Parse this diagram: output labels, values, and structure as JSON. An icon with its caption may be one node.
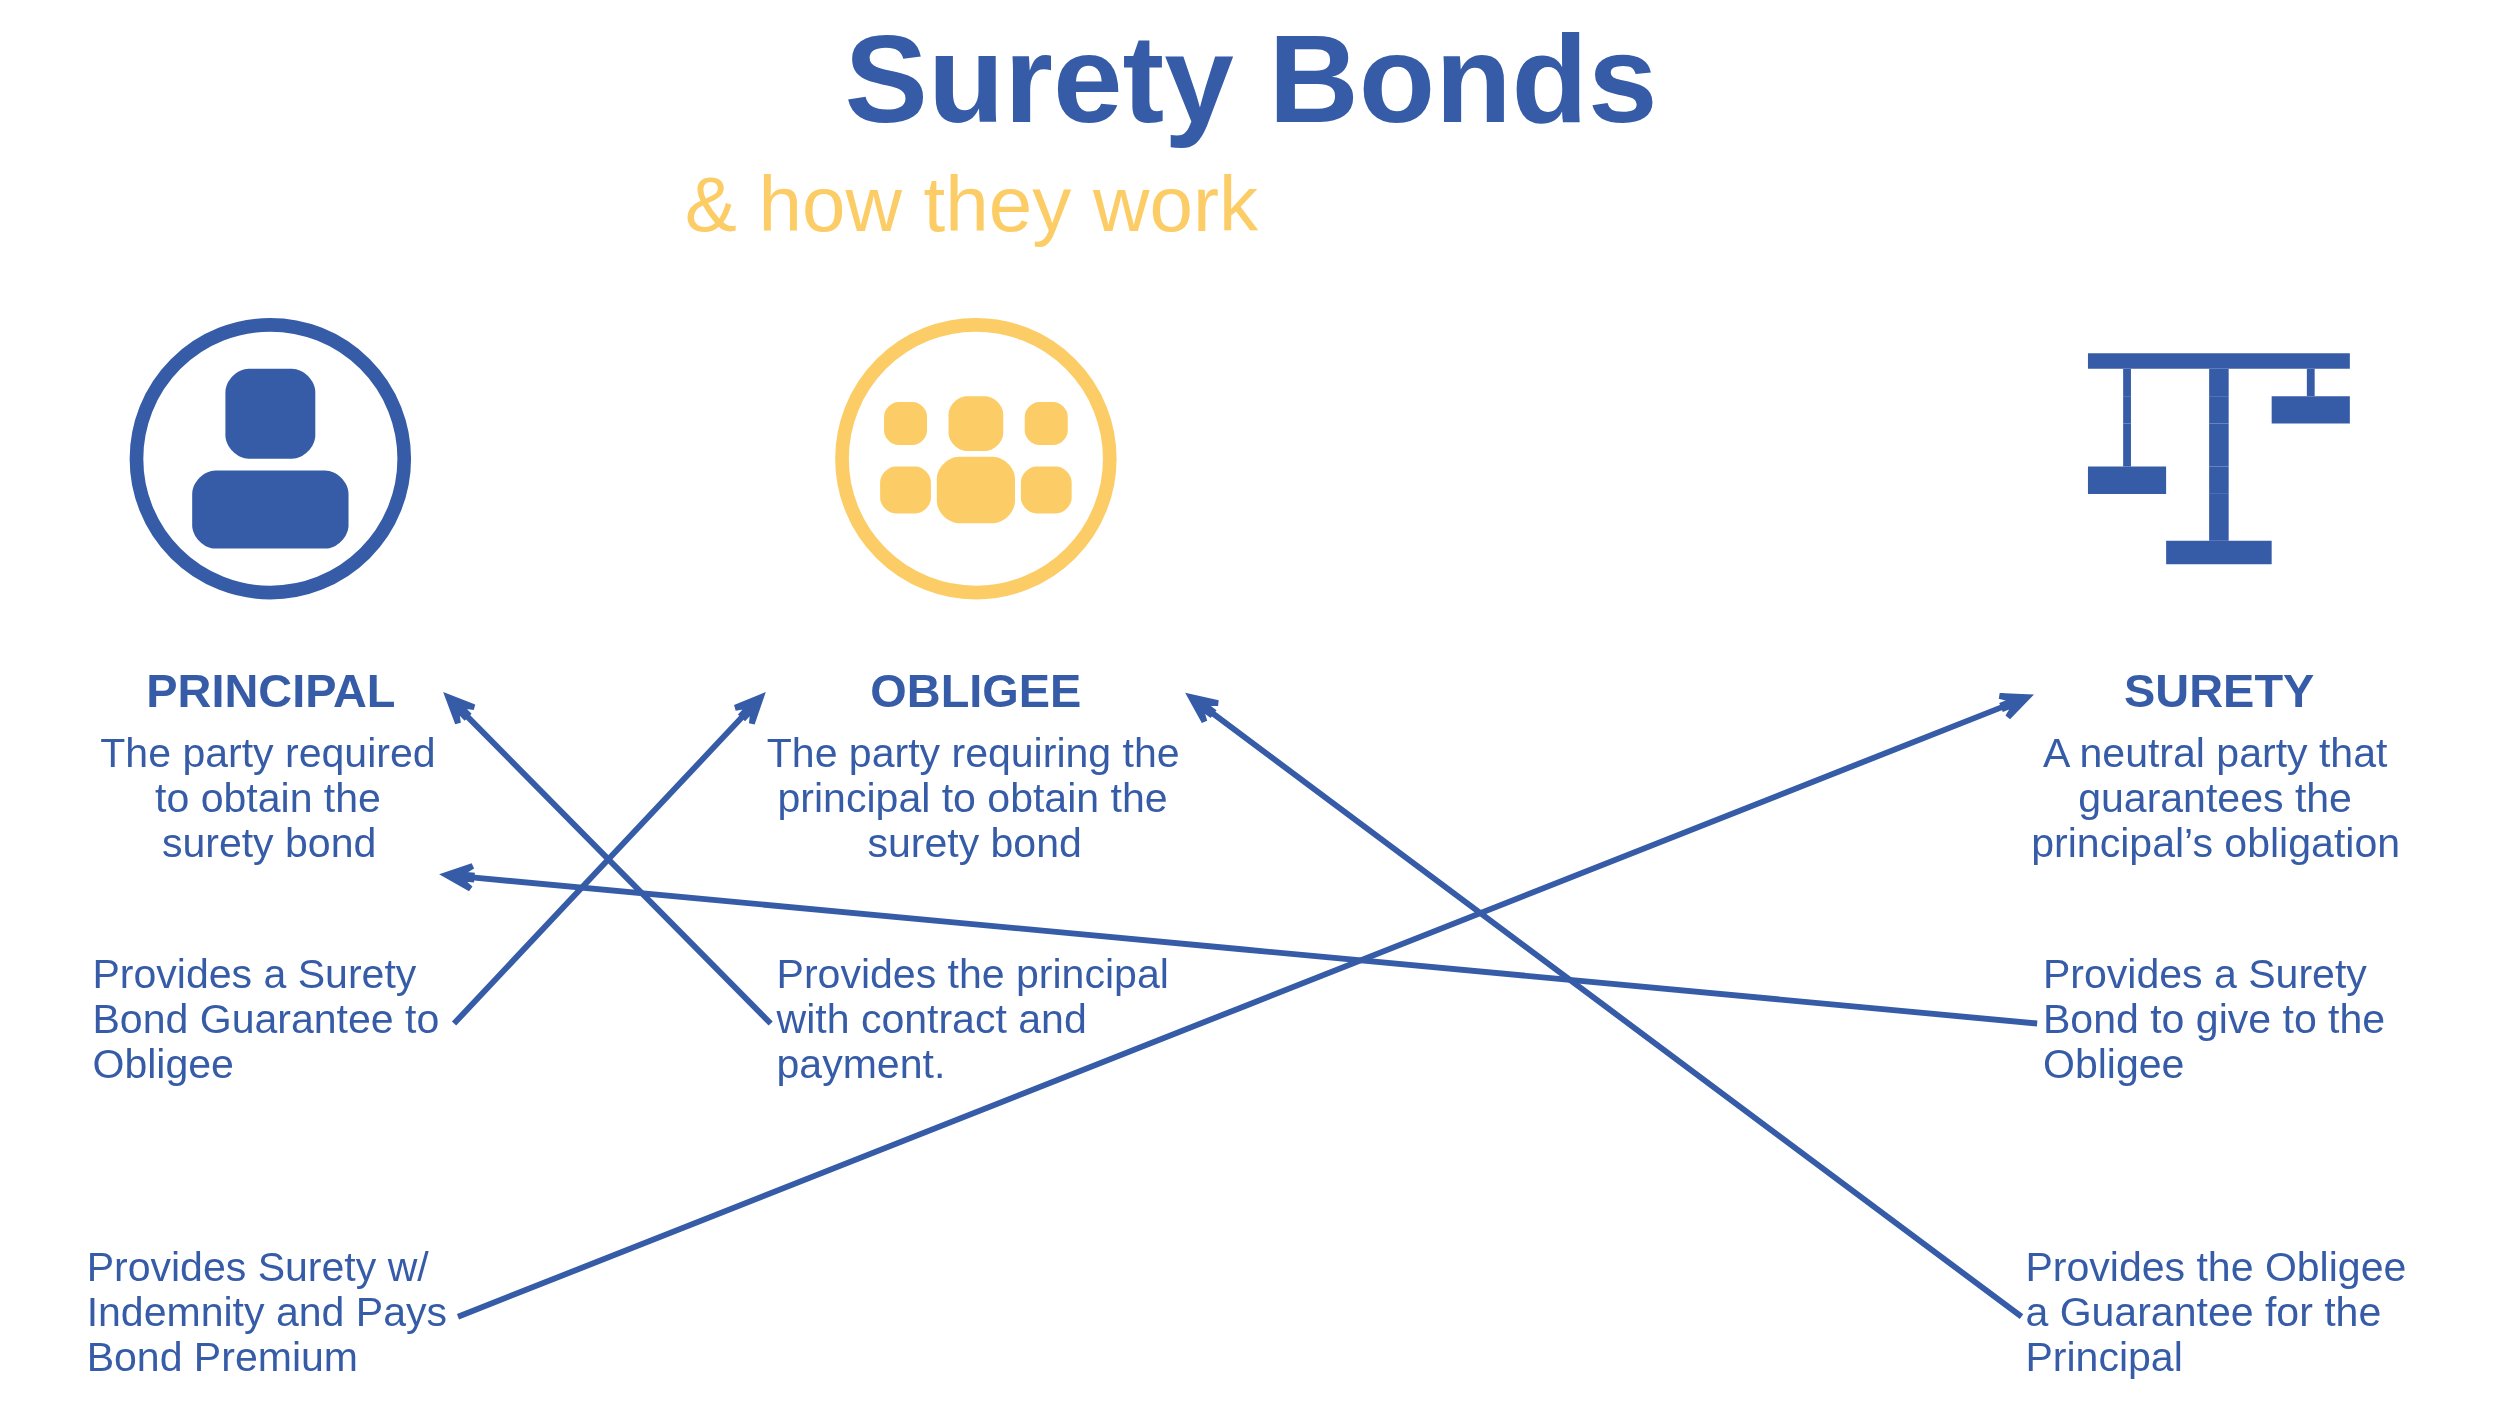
{
  "diagram": {
    "title": "Surety Bonds",
    "nodes": [
      {
        "text": [],
        "shape": "person"
      },
      {
        "text": [
          "PRINCIPAL",
          "The party required to obtain the surety bond"
        ]
      },
      {
        "text": [],
        "shape": "person"
      },
      {
        "text": [
          "OBLIGEE",
          "The party requiring the principal to obtain the surety bond"
        ]
      },
      {
        "text": [],
        "shape": "picture"
      },
      {
        "text": [
          "SURETY",
          "A neutral party that guarantees the principal’s obligation"
        ]
      },
      {
        "text": [
          "Provides a Surety Bond Guarantee to Obligee"
        ]
      },
      {
        "text": [
          "Provides the principal with contract and payment."
        ]
      },
      {
        "text": [
          "Provides a Surety Bond to give to the Obligee"
        ]
      },
      {
        "text": [
          "Provides Surety w/ Indemnity and Pays Bond Premium"
        ]
      },
      {
        "text": [
          "Provides the Obligee a Guarantee for the Principal"
        ]
      }
    ],
    "edges": [
      {
        "from": 6,
        "to": 3,
        "arrow": "to"
      },
      {
        "from": 7,
        "to": 1,
        "arrow": "to"
      },
      {
        "from": 8,
        "to": 1,
        "arrow": "to"
      },
      {
        "from": 9,
        "to": 5,
        "arrow": "to"
      },
      {
        "from": 10,
        "to": 3,
        "arrow": "to"
      }
    ],
    "labels": [
      "& how they work"
    ]
  }
}
